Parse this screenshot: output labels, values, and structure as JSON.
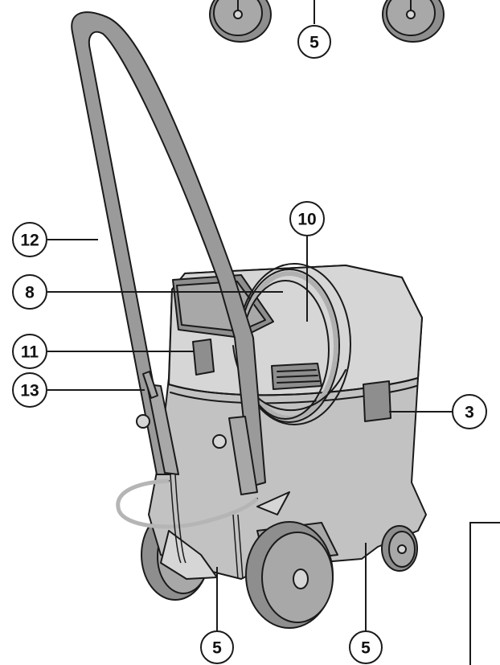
{
  "callouts": [
    {
      "id": "top-5",
      "label": "5"
    },
    {
      "id": "10",
      "label": "10"
    },
    {
      "id": "12",
      "label": "12"
    },
    {
      "id": "8",
      "label": "8"
    },
    {
      "id": "11",
      "label": "11"
    },
    {
      "id": "13",
      "label": "13"
    },
    {
      "id": "3",
      "label": "3"
    },
    {
      "id": "bottom-left-5",
      "label": "5"
    },
    {
      "id": "bottom-right-5",
      "label": "5"
    }
  ],
  "colors": {
    "body": "#c2c2c2",
    "handle": "#9a9a9a",
    "outline": "#1a1a1a"
  }
}
